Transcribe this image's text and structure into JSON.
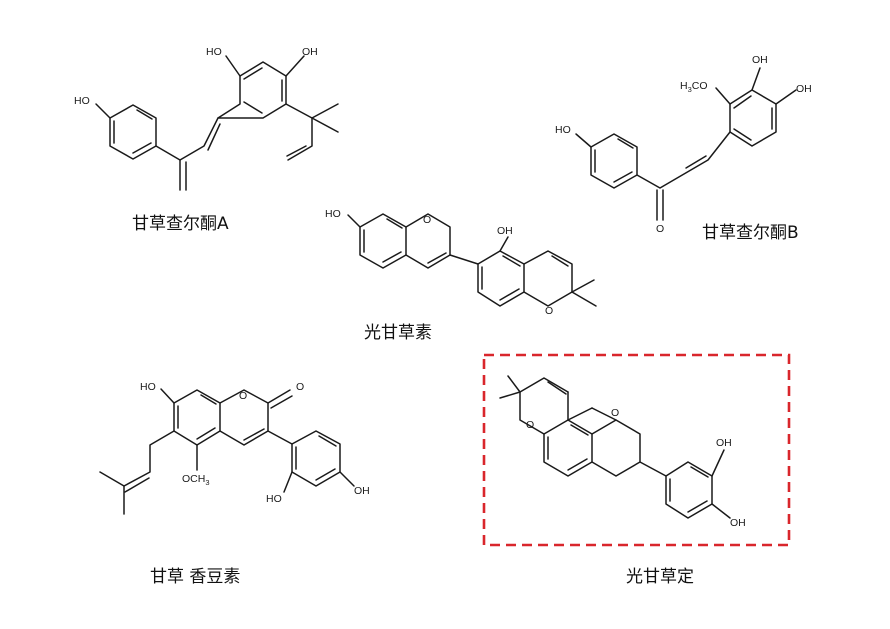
{
  "compounds": [
    {
      "id": "licochalcone-a",
      "caption": "甘草查尔酮A",
      "labels": {
        "oh_top_left": "HO",
        "oh_top_right": "OH",
        "oh_left": "HO"
      }
    },
    {
      "id": "licochalcone-b",
      "caption": "甘草查尔酮B",
      "labels": {
        "oh_top": "OH",
        "methoxy": "H",
        "methoxy_sub": "3",
        "methoxy_rest": "CO",
        "oh_right": "OH",
        "oh_left": "HO",
        "carbonyl": "O"
      }
    },
    {
      "id": "glabrene",
      "caption": "光甘草素",
      "labels": {
        "oh_left": "HO",
        "ring_o1": "O",
        "oh_top": "OH",
        "ring_o2": "O"
      }
    },
    {
      "id": "glycycoumarin",
      "caption": "甘草 香豆素",
      "labels": {
        "oh_top": "HO",
        "ring_o": "O",
        "carbonyl": "O",
        "methoxy": "OCH",
        "methoxy_sub": "3",
        "oh_ring_left": "HO",
        "oh_ring_right": "OH"
      }
    },
    {
      "id": "glabridin",
      "caption": "光甘草定",
      "highlighted": true,
      "labels": {
        "ring_o1": "O",
        "ring_o2": "O",
        "oh_top": "OH",
        "oh_bottom": "OH"
      }
    }
  ],
  "colors": {
    "highlight_box": "#d9262c",
    "bond": "#1a1a1a"
  }
}
